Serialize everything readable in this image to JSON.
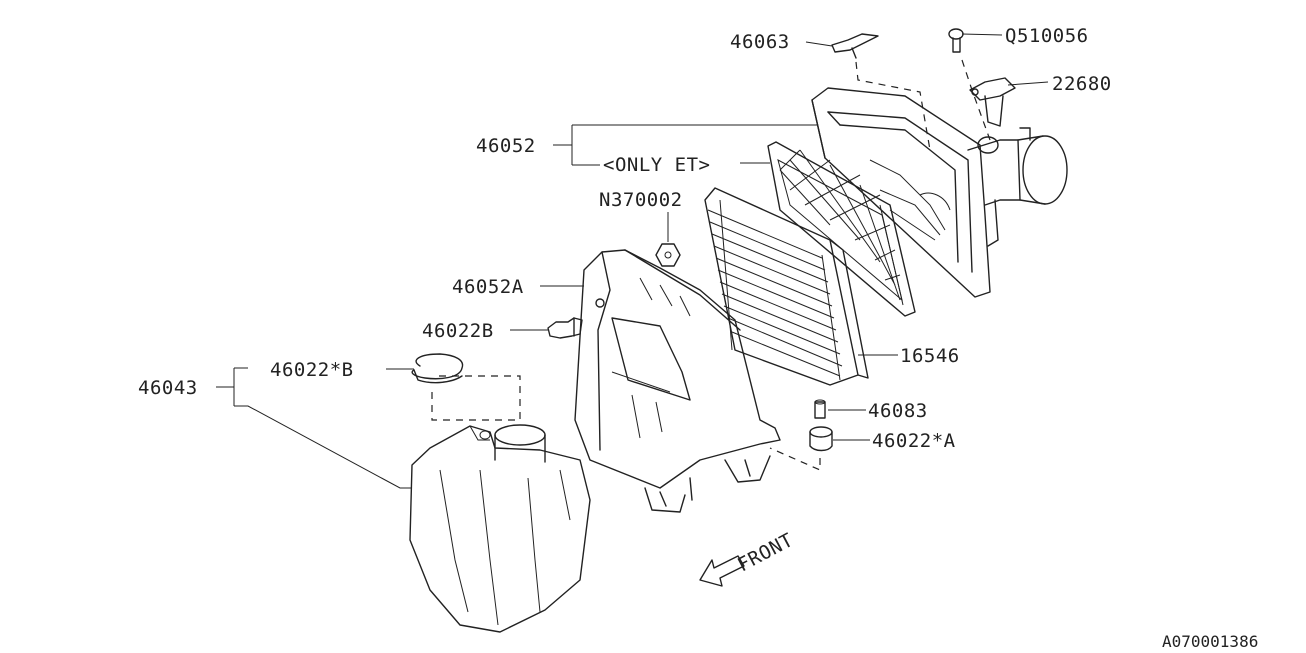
{
  "labels": {
    "p46063": "46063",
    "pQ510056": "Q510056",
    "p22680": "22680",
    "p46052": "46052",
    "only_et": "<ONLY ET>",
    "pN370002": "N370002",
    "p46052A": "46052A",
    "p46022B": "46022B",
    "p46022starB": "46022*B",
    "p46043": "46043",
    "p16546": "16546",
    "p46083": "46083",
    "p46022starA": "46022*A",
    "front": "FRONT"
  },
  "diagram_code": "A070001386"
}
